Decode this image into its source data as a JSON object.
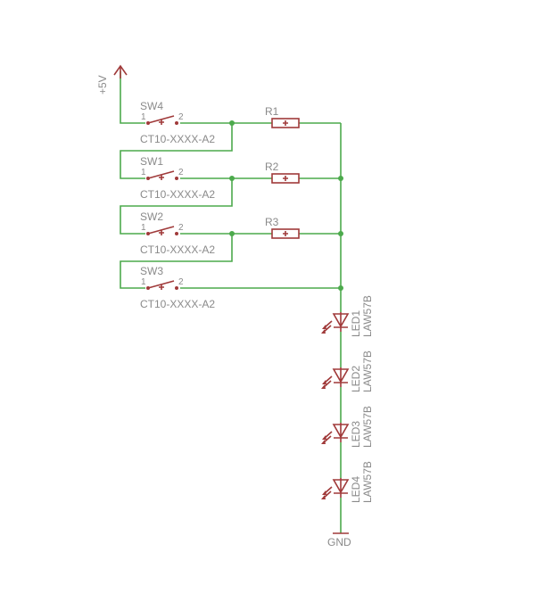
{
  "power": {
    "label": "+5V"
  },
  "ground": {
    "label": "GND"
  },
  "switches": [
    {
      "ref": "SW4",
      "value": "CT10-XXXX-A2",
      "pin1": "1",
      "pin2": "2"
    },
    {
      "ref": "SW1",
      "value": "CT10-XXXX-A2",
      "pin1": "1",
      "pin2": "2"
    },
    {
      "ref": "SW2",
      "value": "CT10-XXXX-A2",
      "pin1": "1",
      "pin2": "2"
    },
    {
      "ref": "SW3",
      "value": "CT10-XXXX-A2",
      "pin1": "1",
      "pin2": "2"
    }
  ],
  "resistors": [
    {
      "ref": "R1"
    },
    {
      "ref": "R2"
    },
    {
      "ref": "R3"
    }
  ],
  "leds": [
    {
      "ref": "LED1",
      "value": "LAW57B"
    },
    {
      "ref": "LED2",
      "value": "LAW57B"
    },
    {
      "ref": "LED3",
      "value": "LAW57B"
    },
    {
      "ref": "LED4",
      "value": "LAW57B"
    }
  ],
  "colors": {
    "wire": "#4caa4c",
    "part": "#a03a3a",
    "text": "#8a8a8a"
  }
}
